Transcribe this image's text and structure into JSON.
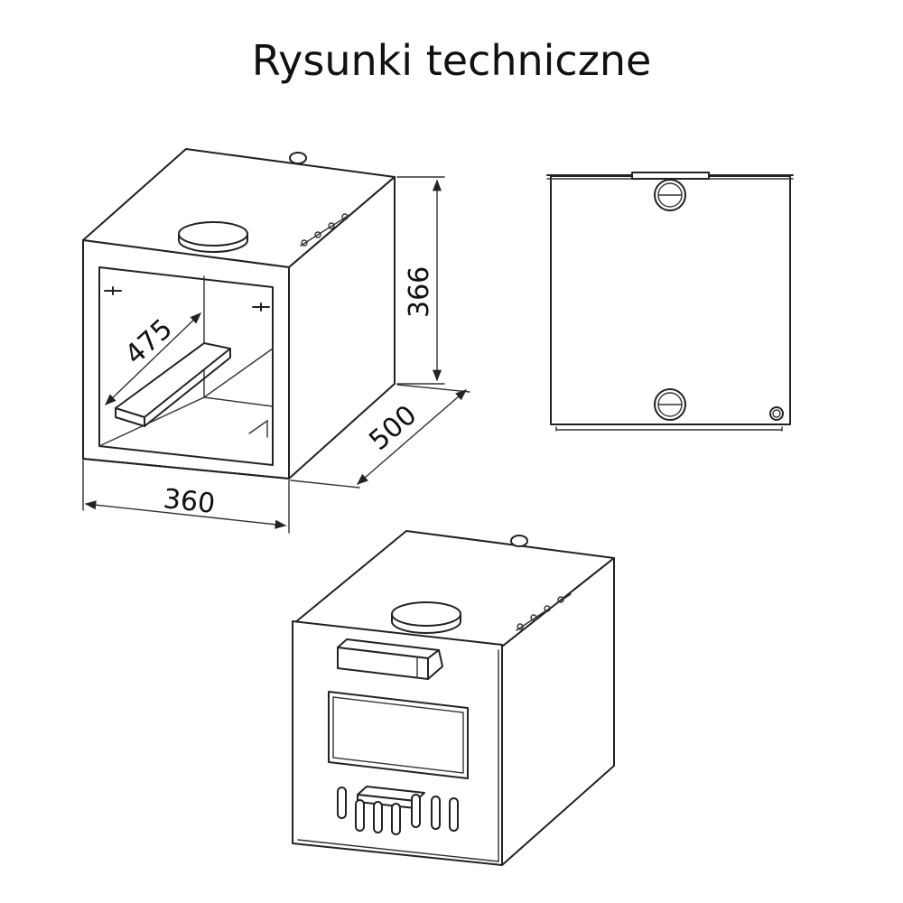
{
  "title": "Rysunki techniczne",
  "dimensions": {
    "width": "360",
    "height": "366",
    "depth": "500",
    "inner_depth": "475"
  },
  "colors": {
    "line": "#222222",
    "background": "#ffffff"
  }
}
